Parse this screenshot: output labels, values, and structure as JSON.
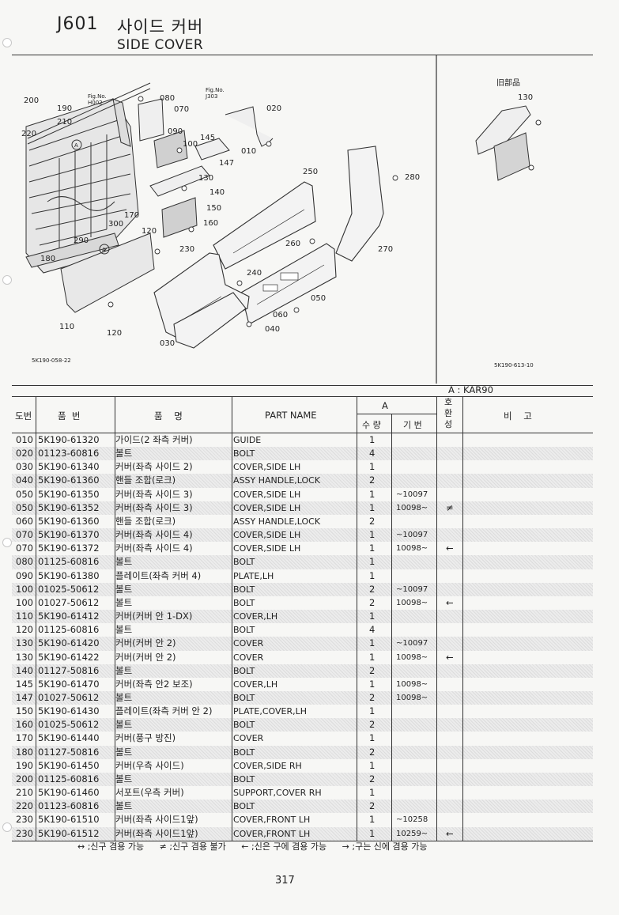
{
  "header": {
    "code": "J601",
    "title_ko": "사이드 커버",
    "title_en": "SIDE COVER"
  },
  "diagram": {
    "main_labels": [
      "200",
      "190",
      "210",
      "220",
      "080",
      "070",
      "090",
      "100",
      "145",
      "147",
      "130",
      "140",
      "150",
      "160",
      "170",
      "300",
      "290",
      "180",
      "120",
      "110",
      "120",
      "230",
      "240",
      "250",
      "260",
      "280",
      "270",
      "050",
      "060",
      "040",
      "030",
      "010",
      "020"
    ],
    "figno_1": {
      "line1": "Fig.No.",
      "line2": "H002"
    },
    "figno_2": {
      "line1": "Fig.No.",
      "line2": "J303"
    },
    "marker": "A",
    "main_code": "5K190-058-22",
    "old_parts_title": "旧部品",
    "old_label": "130",
    "old_code": "5K190-613-10"
  },
  "table": {
    "model": "A : KAR90",
    "headers": {
      "no": "도번",
      "part_no": "품  번",
      "name": "품    명",
      "part_name": "PART NAME",
      "group": "A",
      "qty": "수 량",
      "serial": "기 번",
      "interchange": "호\n환\n성",
      "remarks": "비    고"
    },
    "rows": [
      {
        "no": "010",
        "part": "5K190-61320",
        "name": "가이드(2 좌측 커버)",
        "pn": "GUIDE",
        "qty": "1",
        "ser": "",
        "int": "",
        "shade": false
      },
      {
        "no": "020",
        "part": "01123-60816",
        "name": "볼트",
        "pn": "BOLT",
        "qty": "4",
        "ser": "",
        "int": "",
        "shade": true
      },
      {
        "no": "030",
        "part": "5K190-61340",
        "name": "커버(좌측 사이드 2)",
        "pn": "COVER,SIDE LH",
        "qty": "1",
        "ser": "",
        "int": "",
        "shade": false
      },
      {
        "no": "040",
        "part": "5K190-61360",
        "name": "핸들 조합(로크)",
        "pn": "ASSY HANDLE,LOCK",
        "qty": "2",
        "ser": "",
        "int": "",
        "shade": true
      },
      {
        "no": "050",
        "part": "5K190-61350",
        "name": "커버(좌측 사이드 3)",
        "pn": "COVER,SIDE LH",
        "qty": "1",
        "ser": "~10097",
        "int": "",
        "shade": false
      },
      {
        "no": "050",
        "part": "5K190-61352",
        "name": "커버(좌측 사이드 3)",
        "pn": "COVER,SIDE LH",
        "qty": "1",
        "ser": "10098~",
        "int": "≠",
        "shade": true
      },
      {
        "no": "060",
        "part": "5K190-61360",
        "name": "핸들 조합(로크)",
        "pn": "ASSY HANDLE,LOCK",
        "qty": "2",
        "ser": "",
        "int": "",
        "shade": false
      },
      {
        "no": "070",
        "part": "5K190-61370",
        "name": "커버(좌측 사이드 4)",
        "pn": "COVER,SIDE LH",
        "qty": "1",
        "ser": "~10097",
        "int": "",
        "shade": true
      },
      {
        "no": "070",
        "part": "5K190-61372",
        "name": "커버(좌측 사이드 4)",
        "pn": "COVER,SIDE LH",
        "qty": "1",
        "ser": "10098~",
        "int": "←",
        "shade": false
      },
      {
        "no": "080",
        "part": "01125-60816",
        "name": "볼트",
        "pn": "BOLT",
        "qty": "1",
        "ser": "",
        "int": "",
        "shade": true
      },
      {
        "no": "090",
        "part": "5K190-61380",
        "name": "플레이트(좌측 커버 4)",
        "pn": "PLATE,LH",
        "qty": "1",
        "ser": "",
        "int": "",
        "shade": false
      },
      {
        "no": "100",
        "part": "01025-50612",
        "name": "볼트",
        "pn": "BOLT",
        "qty": "2",
        "ser": "~10097",
        "int": "",
        "shade": true
      },
      {
        "no": "100",
        "part": "01027-50612",
        "name": "볼트",
        "pn": "BOLT",
        "qty": "2",
        "ser": "10098~",
        "int": "←",
        "shade": false
      },
      {
        "no": "110",
        "part": "5K190-61412",
        "name": "커버(커버 안 1-DX)",
        "pn": "COVER,LH",
        "qty": "1",
        "ser": "",
        "int": "",
        "shade": true
      },
      {
        "no": "120",
        "part": "01125-60816",
        "name": "볼트",
        "pn": "BOLT",
        "qty": "4",
        "ser": "",
        "int": "",
        "shade": false
      },
      {
        "no": "130",
        "part": "5K190-61420",
        "name": "커버(커버 안 2)",
        "pn": "COVER",
        "qty": "1",
        "ser": "~10097",
        "int": "",
        "shade": true
      },
      {
        "no": "130",
        "part": "5K190-61422",
        "name": "커버(커버 안 2)",
        "pn": "COVER",
        "qty": "1",
        "ser": "10098~",
        "int": "←",
        "shade": false
      },
      {
        "no": "140",
        "part": "01127-50816",
        "name": "볼트",
        "pn": "BOLT",
        "qty": "2",
        "ser": "",
        "int": "",
        "shade": true
      },
      {
        "no": "145",
        "part": "5K190-61470",
        "name": "커버(좌측 안2 보조)",
        "pn": "COVER,LH",
        "qty": "1",
        "ser": "10098~",
        "int": "",
        "shade": false
      },
      {
        "no": "147",
        "part": "01027-50612",
        "name": "볼트",
        "pn": "BOLT",
        "qty": "2",
        "ser": "10098~",
        "int": "",
        "shade": true
      },
      {
        "no": "150",
        "part": "5K190-61430",
        "name": "플레이트(좌측 커버 안 2)",
        "pn": "PLATE,COVER,LH",
        "qty": "1",
        "ser": "",
        "int": "",
        "shade": false
      },
      {
        "no": "160",
        "part": "01025-50612",
        "name": "볼트",
        "pn": "BOLT",
        "qty": "2",
        "ser": "",
        "int": "",
        "shade": true
      },
      {
        "no": "170",
        "part": "5K190-61440",
        "name": "커버(풍구 방진)",
        "pn": "COVER",
        "qty": "1",
        "ser": "",
        "int": "",
        "shade": false
      },
      {
        "no": "180",
        "part": "01127-50816",
        "name": "볼트",
        "pn": "BOLT",
        "qty": "2",
        "ser": "",
        "int": "",
        "shade": true
      },
      {
        "no": "190",
        "part": "5K190-61450",
        "name": "커버(우측 사이드)",
        "pn": "COVER,SIDE RH",
        "qty": "1",
        "ser": "",
        "int": "",
        "shade": false
      },
      {
        "no": "200",
        "part": "01125-60816",
        "name": "볼트",
        "pn": "BOLT",
        "qty": "2",
        "ser": "",
        "int": "",
        "shade": true
      },
      {
        "no": "210",
        "part": "5K190-61460",
        "name": "서포트(우측 커버)",
        "pn": "SUPPORT,COVER RH",
        "qty": "1",
        "ser": "",
        "int": "",
        "shade": false
      },
      {
        "no": "220",
        "part": "01123-60816",
        "name": "볼트",
        "pn": "BOLT",
        "qty": "2",
        "ser": "",
        "int": "",
        "shade": true
      },
      {
        "no": "230",
        "part": "5K190-61510",
        "name": "커버(좌측 사이드1앞)",
        "pn": "COVER,FRONT LH",
        "qty": "1",
        "ser": "~10258",
        "int": "",
        "shade": false
      },
      {
        "no": "230",
        "part": "5K190-61512",
        "name": "커버(좌측 사이드1앞)",
        "pn": "COVER,FRONT LH",
        "qty": "1",
        "ser": "10259~",
        "int": "←",
        "shade": true
      }
    ]
  },
  "notes": [
    "↔ ;신구 겸용 가능",
    "≠ ;신구 겸용 불가",
    "← ;신은 구에 겸용 가능",
    "→ ;구는 신에 겸용 가능"
  ],
  "page_number": "317"
}
